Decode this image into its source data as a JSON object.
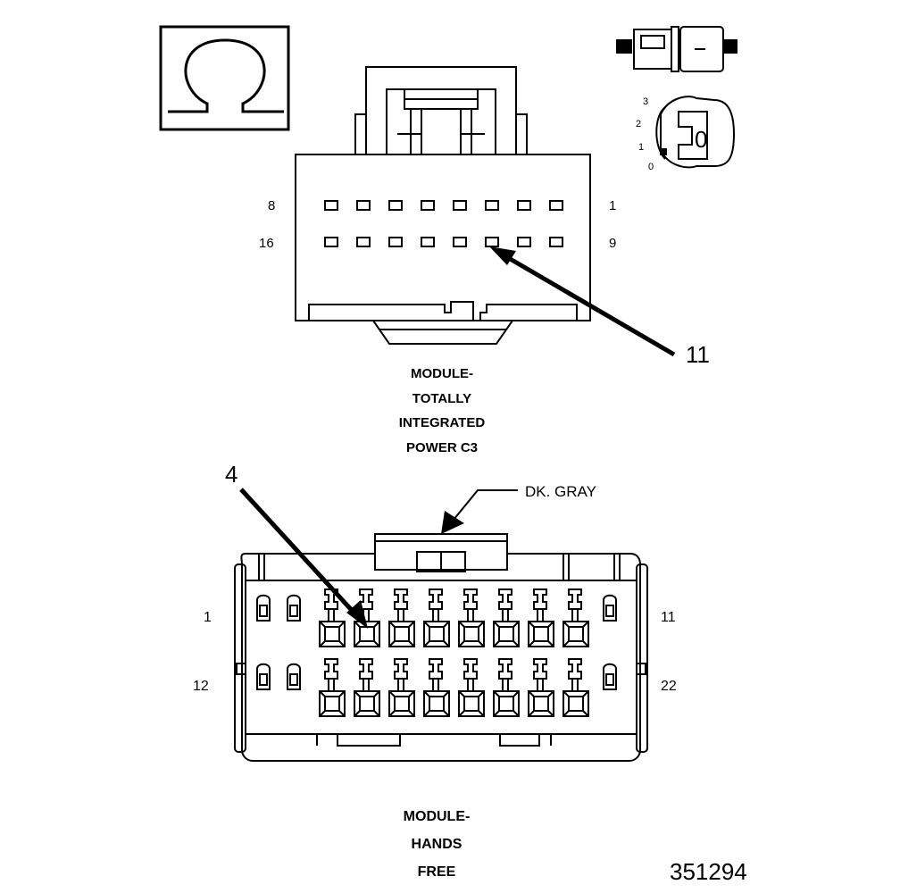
{
  "ohm_icon": {
    "icon": "ohm-symbol-icon"
  },
  "key_icon": {
    "icon": "ignition-key-icon",
    "positions": [
      "3",
      "2",
      "1",
      "0"
    ],
    "key_label": "0"
  },
  "plug_icon": {
    "icon": "connector-plug-icon"
  },
  "connector_top": {
    "pin_labels": {
      "row1_left": "8",
      "row1_right": "1",
      "row2_left": "16",
      "row2_right": "9"
    },
    "callout": "11",
    "caption": [
      "MODULE-",
      "TOTALLY",
      "INTEGRATED",
      "POWER C3"
    ]
  },
  "connector_bottom": {
    "color_label": "DK. GRAY",
    "callout": "4",
    "pin_labels": {
      "row1_left": "1",
      "row1_right": "11",
      "row2_left": "12",
      "row2_right": "22"
    },
    "caption": [
      "MODULE-",
      "HANDS",
      "FREE"
    ]
  },
  "figure_number": "351294"
}
